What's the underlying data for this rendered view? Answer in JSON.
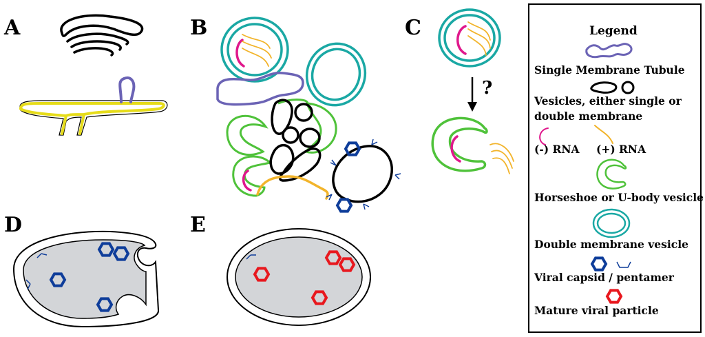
{
  "panels": {
    "a": "A",
    "b": "B",
    "c": "C",
    "d": "D",
    "e": "E"
  },
  "panel_c": {
    "question_mark": "?"
  },
  "legend": {
    "title": "Legend",
    "single_membrane_tubule": "Single Membrane Tubule",
    "vesicles_line1": "Vesicles, either single or",
    "vesicles_line2": "double membrane",
    "neg_rna": "(-) RNA",
    "pos_rna": "(+) RNA",
    "horseshoe": "Horseshoe or U-body vesicle",
    "double_membrane": "Double membrane vesicle",
    "capsid": "Viral capsid / pentamer",
    "mature": "Mature viral particle"
  },
  "colors": {
    "tubule": "#6b63b5",
    "vesicle": "#000000",
    "neg_rna": "#e0188c",
    "pos_rna": "#f2b42b",
    "horseshoe": "#4fc23a",
    "double_membrane": "#1aa8a4",
    "capsid": "#0e3d9a",
    "mature": "#e8181e",
    "er": "#e6dc1a",
    "cytoplasm": "#d3d5d8"
  }
}
